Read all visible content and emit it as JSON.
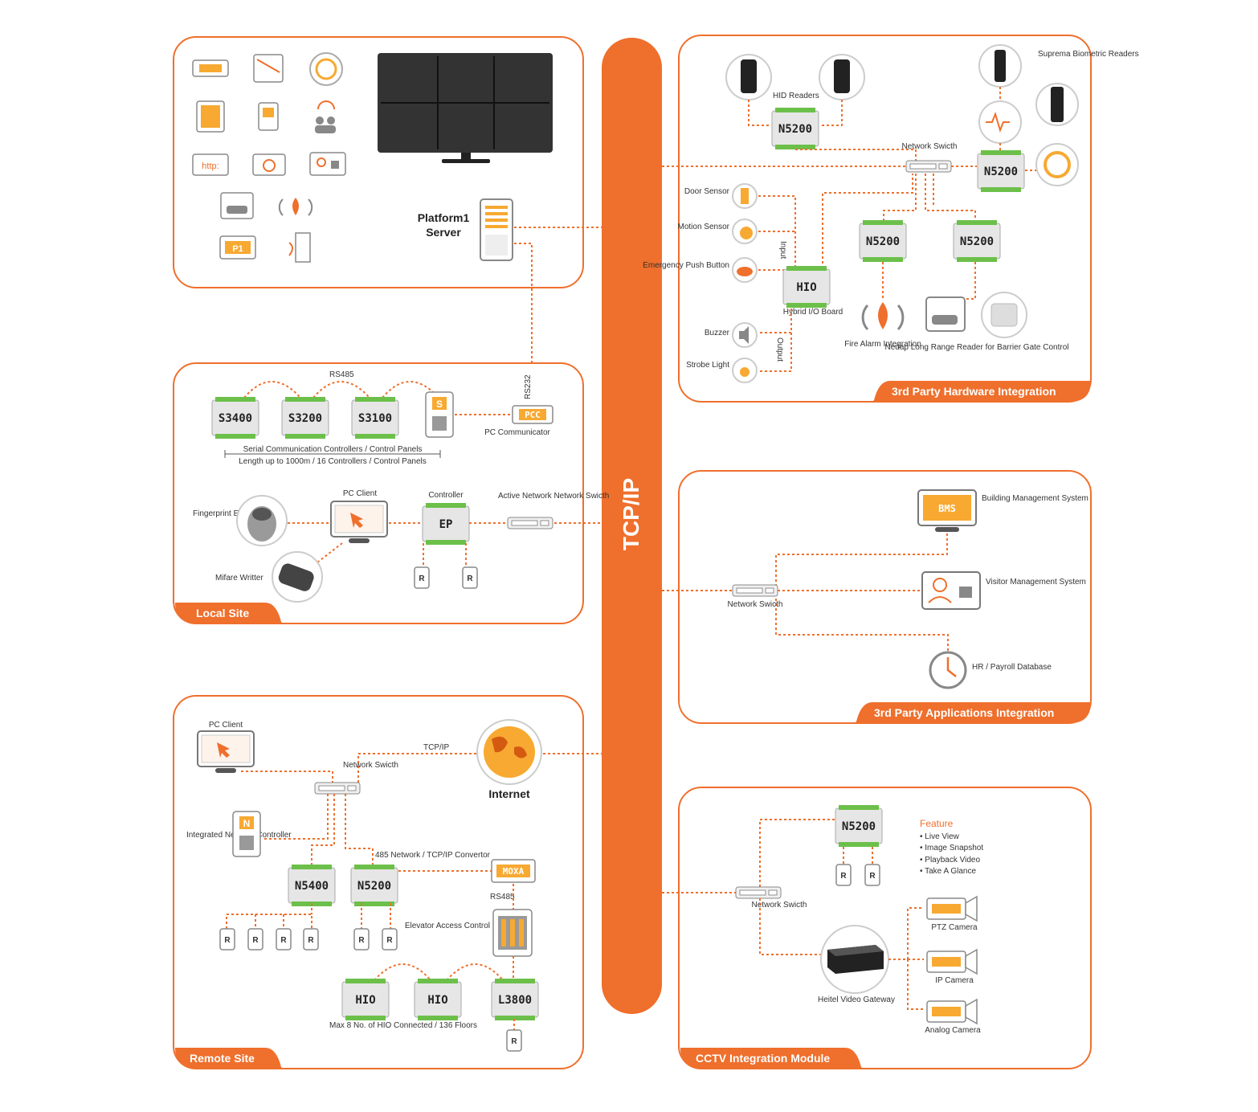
{
  "bus": {
    "label": "TCP/IP",
    "color": "#ef6f2c"
  },
  "colors": {
    "accent": "#ef6f2c",
    "controller_top": "#6cc04a",
    "controller_body": "#e6e6e6"
  },
  "server": {
    "title_line1": "Platform1",
    "title_line2": "Server",
    "icons": [
      "camera-icon",
      "barrier-gate-icon",
      "fingerprint-icon",
      "elevator-icon",
      "card-reader-icon",
      "visitor-icon",
      "http-icon",
      "history-icon",
      "visitor-id-icon",
      "car-lpr-icon",
      "fire-alarm-icon",
      "p1-icon",
      "door-alarm-icon",
      "video-wall-icon",
      "server-tower-icon"
    ]
  },
  "local_site": {
    "tab": "Local Site",
    "rs485": "RS485",
    "rs232": "RS232",
    "controllers": [
      "S3400",
      "S3200",
      "S3100"
    ],
    "standalone": "S",
    "pcc": "PCC",
    "pc_communicator": "PC Communicator",
    "serial_caption_1": "Serial Communication Controllers / Control Panels",
    "serial_caption_2": "Length up to 1000m / 16 Controllers / Control Panels",
    "fingerprint": "Fingerprint Enrollment",
    "pc_client": "PC Client",
    "controller_label": "Controller",
    "ep": "EP",
    "switch_label": "Active Network Network Swicth",
    "mifare": "Mifare Writter",
    "reader": "R"
  },
  "remote_site": {
    "tab": "Remote Site",
    "pc_client": "PC Client",
    "tcpip": "TCP/IP",
    "internet": "Internet",
    "switch_label": "Network Swicth",
    "integrated": "Integrated Network Controller",
    "n_badge": "N",
    "n5400": "N5400",
    "n5200": "N5200",
    "converter_label": "485 Network / TCP/IP Convertor",
    "moxa": "MOXA",
    "rs485": "RS485",
    "elevator": "Elevator Access Control",
    "hio": "HIO",
    "l3800": "L3800",
    "hio_caption": "Max 8 No. of HIO Connected / 136 Floors",
    "reader": "R"
  },
  "hardware": {
    "tab": "3rd Party Hardware Integration",
    "hid": "HID Readers",
    "suprema": "Suprema Biometric Readers",
    "n5200": "N5200",
    "switch_label": "Network Swicth",
    "door": "Door Sensor",
    "motion": "Motion Sensor",
    "emergency": "Emergency Push Button",
    "input": "Input",
    "output": "Output",
    "hio": "HIO",
    "hio_label": "Hybrid I/O Board",
    "buzzer": "Buzzer",
    "strobe": "Strobe Light",
    "fire": "Fire Alarm Integration",
    "nedap": "Nedap Long Range Reader for Barrier Gate Control"
  },
  "applications": {
    "tab": "3rd Party Applications Integration",
    "bms": "BMS",
    "bms_label": "Building Management System",
    "switch_label": "Network Swicth",
    "visitor": "Visitor Management System",
    "hr": "HR / Payroll Database"
  },
  "cctv": {
    "tab": "CCTV Integration Module",
    "n5200": "N5200",
    "reader": "R",
    "feature_title": "Feature",
    "features": [
      "• Live View",
      "• Image Snapshot",
      "• Playback Video",
      "• Take A Glance"
    ],
    "switch_label": "Network Swicth",
    "gateway": "Heitel Video Gateway",
    "ptz": "PTZ Camera",
    "ip": "IP Camera",
    "analog": "Analog Camera"
  }
}
